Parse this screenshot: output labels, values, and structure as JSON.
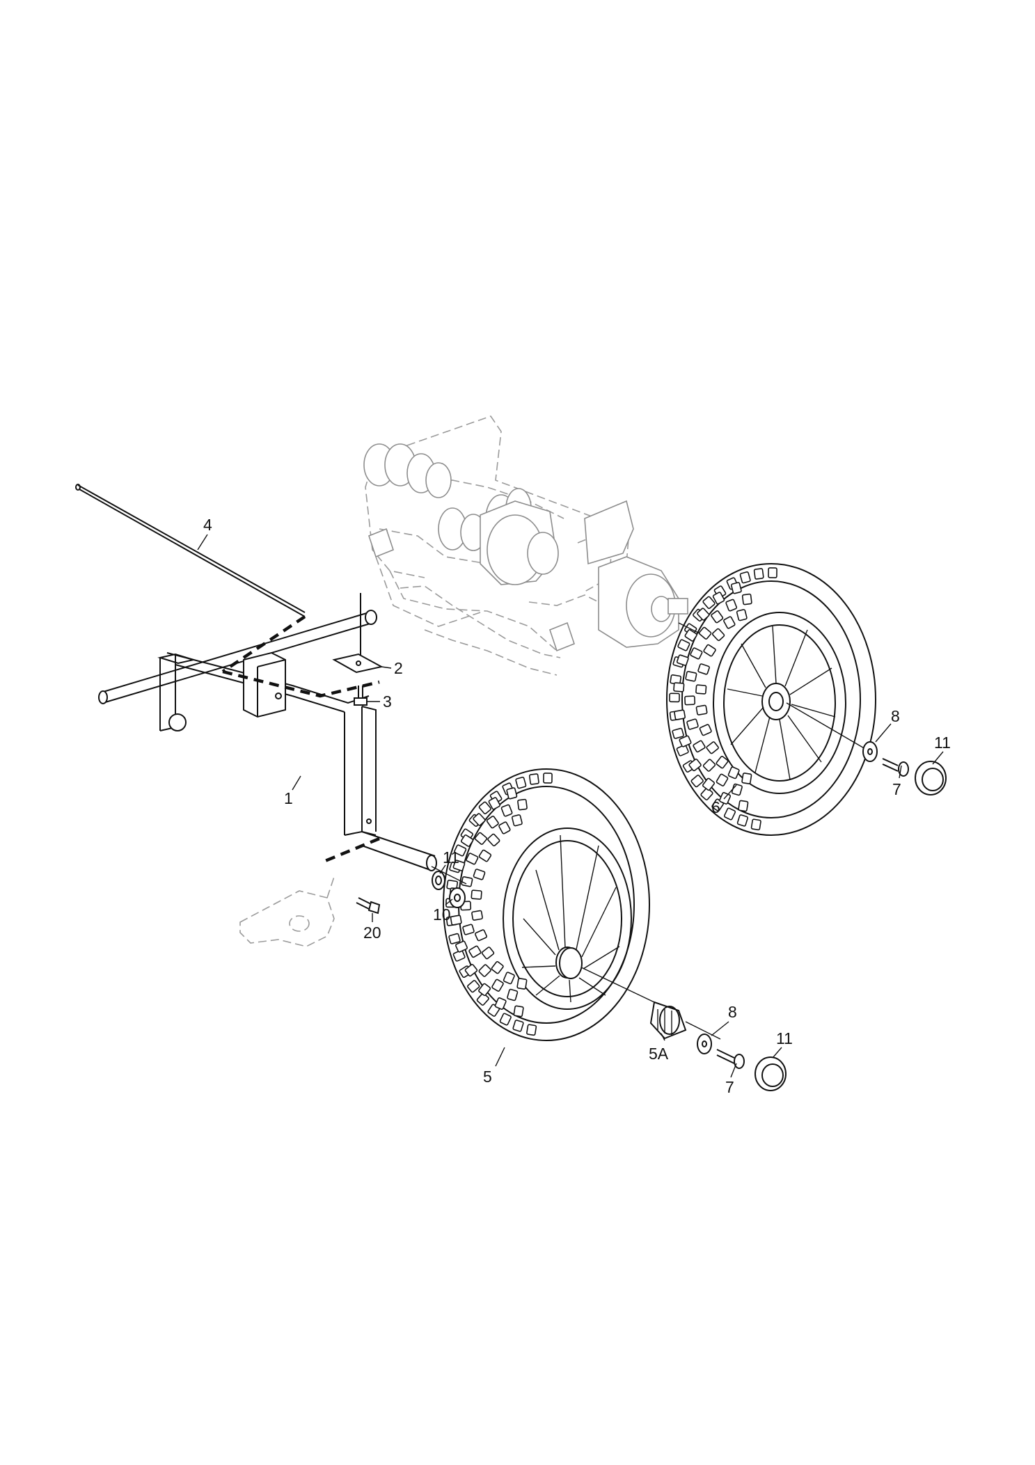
{
  "figure": {
    "background": "#ffffff",
    "line_color": "#111111",
    "ghost_color": "#9a9a9a"
  },
  "callouts": [
    {
      "id": "c1",
      "label": "1"
    },
    {
      "id": "c2",
      "label": "2"
    },
    {
      "id": "c3",
      "label": "3"
    },
    {
      "id": "c4",
      "label": "4"
    },
    {
      "id": "c5",
      "label": "5"
    },
    {
      "id": "c5a",
      "label": "5A"
    },
    {
      "id": "c6",
      "label": "6"
    },
    {
      "id": "c7a",
      "label": "7"
    },
    {
      "id": "c7b",
      "label": "7"
    },
    {
      "id": "c8a",
      "label": "8"
    },
    {
      "id": "c8b",
      "label": "8"
    },
    {
      "id": "c9",
      "label": "9"
    },
    {
      "id": "c10",
      "label": "10"
    },
    {
      "id": "c11a",
      "label": "11"
    },
    {
      "id": "c11b",
      "label": "11"
    },
    {
      "id": "c20",
      "label": "20"
    }
  ],
  "parts": [
    {
      "ref": "1",
      "name": "axle-frame"
    },
    {
      "ref": "2",
      "name": "bracket-plate"
    },
    {
      "ref": "3",
      "name": "screw"
    },
    {
      "ref": "4",
      "name": "rod"
    },
    {
      "ref": "5",
      "name": "front-wheel"
    },
    {
      "ref": "5A",
      "name": "wheel-bushing"
    },
    {
      "ref": "6",
      "name": "rear-wheel"
    },
    {
      "ref": "7",
      "name": "bolt"
    },
    {
      "ref": "8",
      "name": "washer"
    },
    {
      "ref": "9",
      "name": "washer"
    },
    {
      "ref": "10",
      "name": "ring"
    },
    {
      "ref": "11",
      "name": "hub-cap"
    },
    {
      "ref": "20",
      "name": "screw"
    }
  ]
}
